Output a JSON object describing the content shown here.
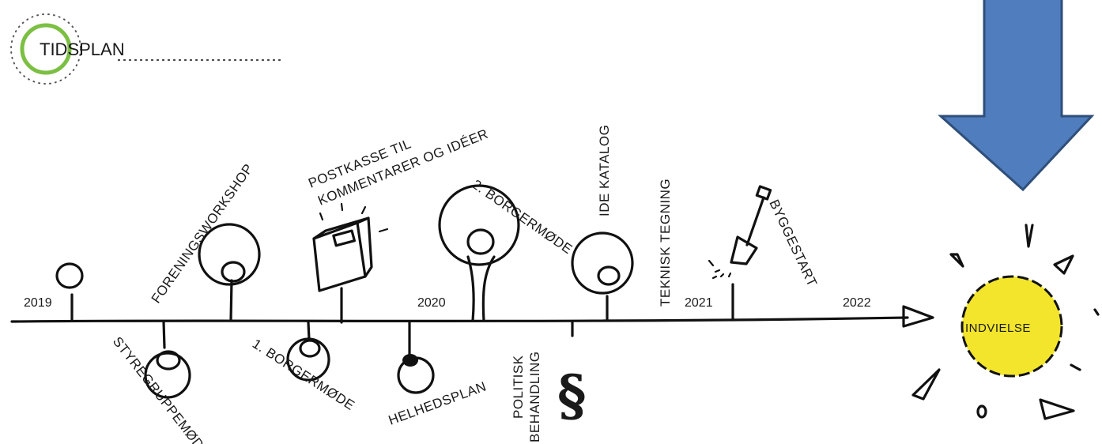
{
  "header": {
    "title": "TIDSPLAN"
  },
  "timeline": {
    "years": [
      "2019",
      "2020",
      "2021",
      "2022"
    ],
    "events_above": [
      "FORENINGSWORKSHOP",
      "POSTKASSE TIL",
      "KOMMENTARER OG IDÉER",
      "2. BORGERMØDE",
      "IDE KATALOG",
      "TEKNISK TEGNING",
      "BYGGESTART"
    ],
    "events_below": [
      "STYREGRUPPEMØDE",
      "1. BORGERMØDE",
      "HELHEDSPLAN",
      "POLITISK",
      "BEHANDLING"
    ],
    "final_event": "INDVIELSE"
  },
  "colors": {
    "arrow": "#4f7dbd",
    "arrow_border": "#2f4f7a",
    "sun": "#f2e52b",
    "ring": "#7bbf43",
    "ink": "#111111"
  },
  "icons": [
    "tree-icon",
    "mailbox-icon",
    "paragraph-icon",
    "shovel-icon",
    "sun-icon",
    "down-arrow-icon"
  ]
}
